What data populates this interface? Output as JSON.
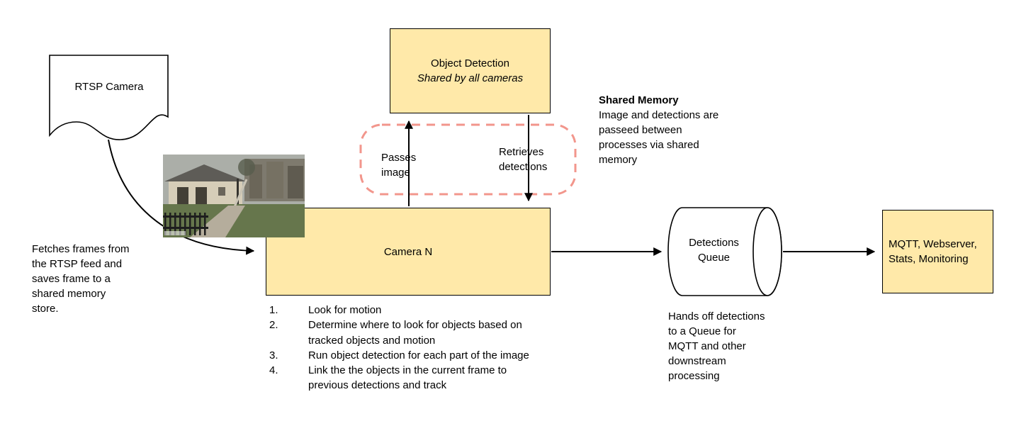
{
  "colors": {
    "node_fill": "#FFE9A9",
    "node_stroke": "#000000",
    "shared_memory_dash": "#F2968C",
    "arrow": "#000000"
  },
  "nodes": {
    "rtsp_camera": {
      "label": "RTSP Camera"
    },
    "object_detection": {
      "title": "Object Detection",
      "subtitle": "Shared by all cameras"
    },
    "camera_n": {
      "label": "Camera N"
    },
    "detections_queue": {
      "label": "Detections Queue"
    },
    "outputs": {
      "label": "MQTT, Webserver, Stats, Monitoring"
    }
  },
  "labels": {
    "passes_image": "Passes image",
    "retrieves_detections": "Retrieves detections"
  },
  "annotations": {
    "shared_memory_title": "Shared Memory",
    "shared_memory_lines": [
      "Image and detections are",
      "passeed between",
      "processes via shared",
      "memory"
    ],
    "fetches_lines": [
      "Fetches frames from",
      "the RTSP feed and",
      "saves frame to a",
      "shared memory",
      "store."
    ],
    "hands_off_lines": [
      "Hands off detections",
      "to a Queue for",
      "MQTT and other",
      "downstream",
      "processing"
    ]
  },
  "steps": [
    {
      "num": "1.",
      "text": "Look for motion"
    },
    {
      "num": "2.",
      "text": "Determine where to look for objects based on tracked objects and motion"
    },
    {
      "num": "3.",
      "text": "Run object detection for each part of the image"
    },
    {
      "num": "4.",
      "text": "Link the the objects in the current frame to previous detections and track"
    }
  ]
}
